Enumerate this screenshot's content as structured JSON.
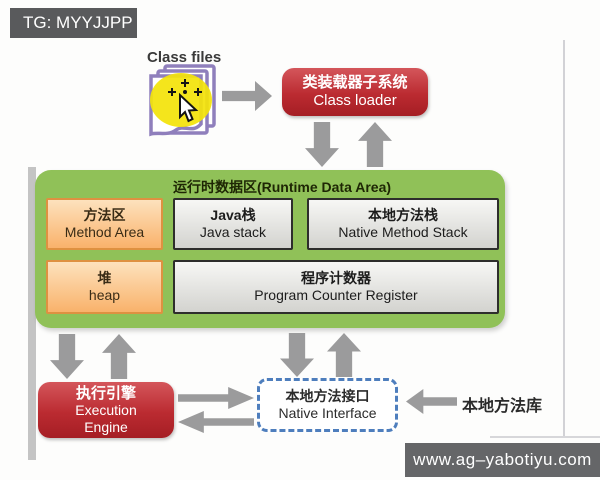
{
  "watermark_top": "TG: MYYJJPP",
  "watermark_bottom": "www.ag–yabotiyu.com",
  "diagram": {
    "class_files_label": "Class files",
    "class_loader": {
      "zh": "类装载器子系统",
      "en": "Class loader"
    },
    "runtime_area_title": "运行时数据区(Runtime Data Area)",
    "method_area": {
      "zh": "方法区",
      "en": "Method Area"
    },
    "java_stack": {
      "zh": "Java栈",
      "en": "Java stack"
    },
    "native_method_stack": {
      "zh": "本地方法栈",
      "en": "Native Method Stack"
    },
    "heap": {
      "zh": "堆",
      "en": "heap"
    },
    "program_counter": {
      "zh": "程序计数器",
      "en": "Program Counter Register"
    },
    "execution_engine": {
      "zh": "执行引擎",
      "en1": "Execution",
      "en2": "Engine"
    },
    "native_interface": {
      "zh": "本地方法接口",
      "en": "Native Interface"
    },
    "native_library_label": "本地方法库"
  },
  "colors": {
    "node_red": "#b5262c",
    "runtime_green": "#90c158",
    "orange_fill": "#f9b26b",
    "orange_border": "#de9141",
    "gray_box_fill": "#e2e2de",
    "gray_box_border": "#2e2e2c",
    "arrow_gray": "#9b9b9c",
    "dashed_blue": "#4e7ebd",
    "watermark_bar": "#595a5c",
    "highlight_yellow": "#f3e30b",
    "page_purple": "#8f7fbc"
  }
}
